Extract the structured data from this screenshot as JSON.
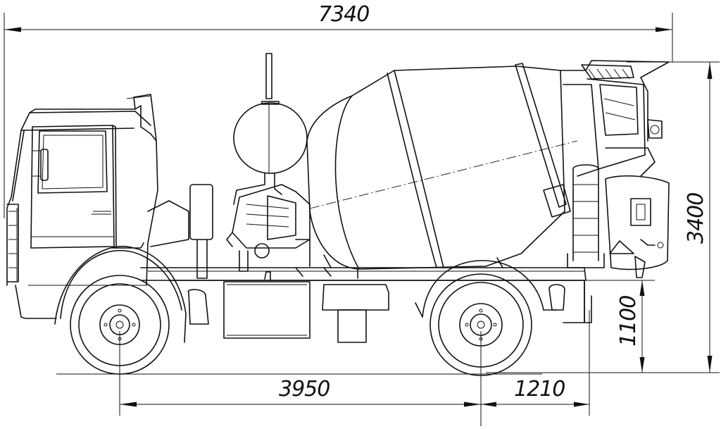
{
  "dimensions": {
    "overall_length": "7340",
    "overall_height": "3400",
    "wheelbase": "3950",
    "rear_overhang": "1210",
    "frame_height": "1100"
  }
}
